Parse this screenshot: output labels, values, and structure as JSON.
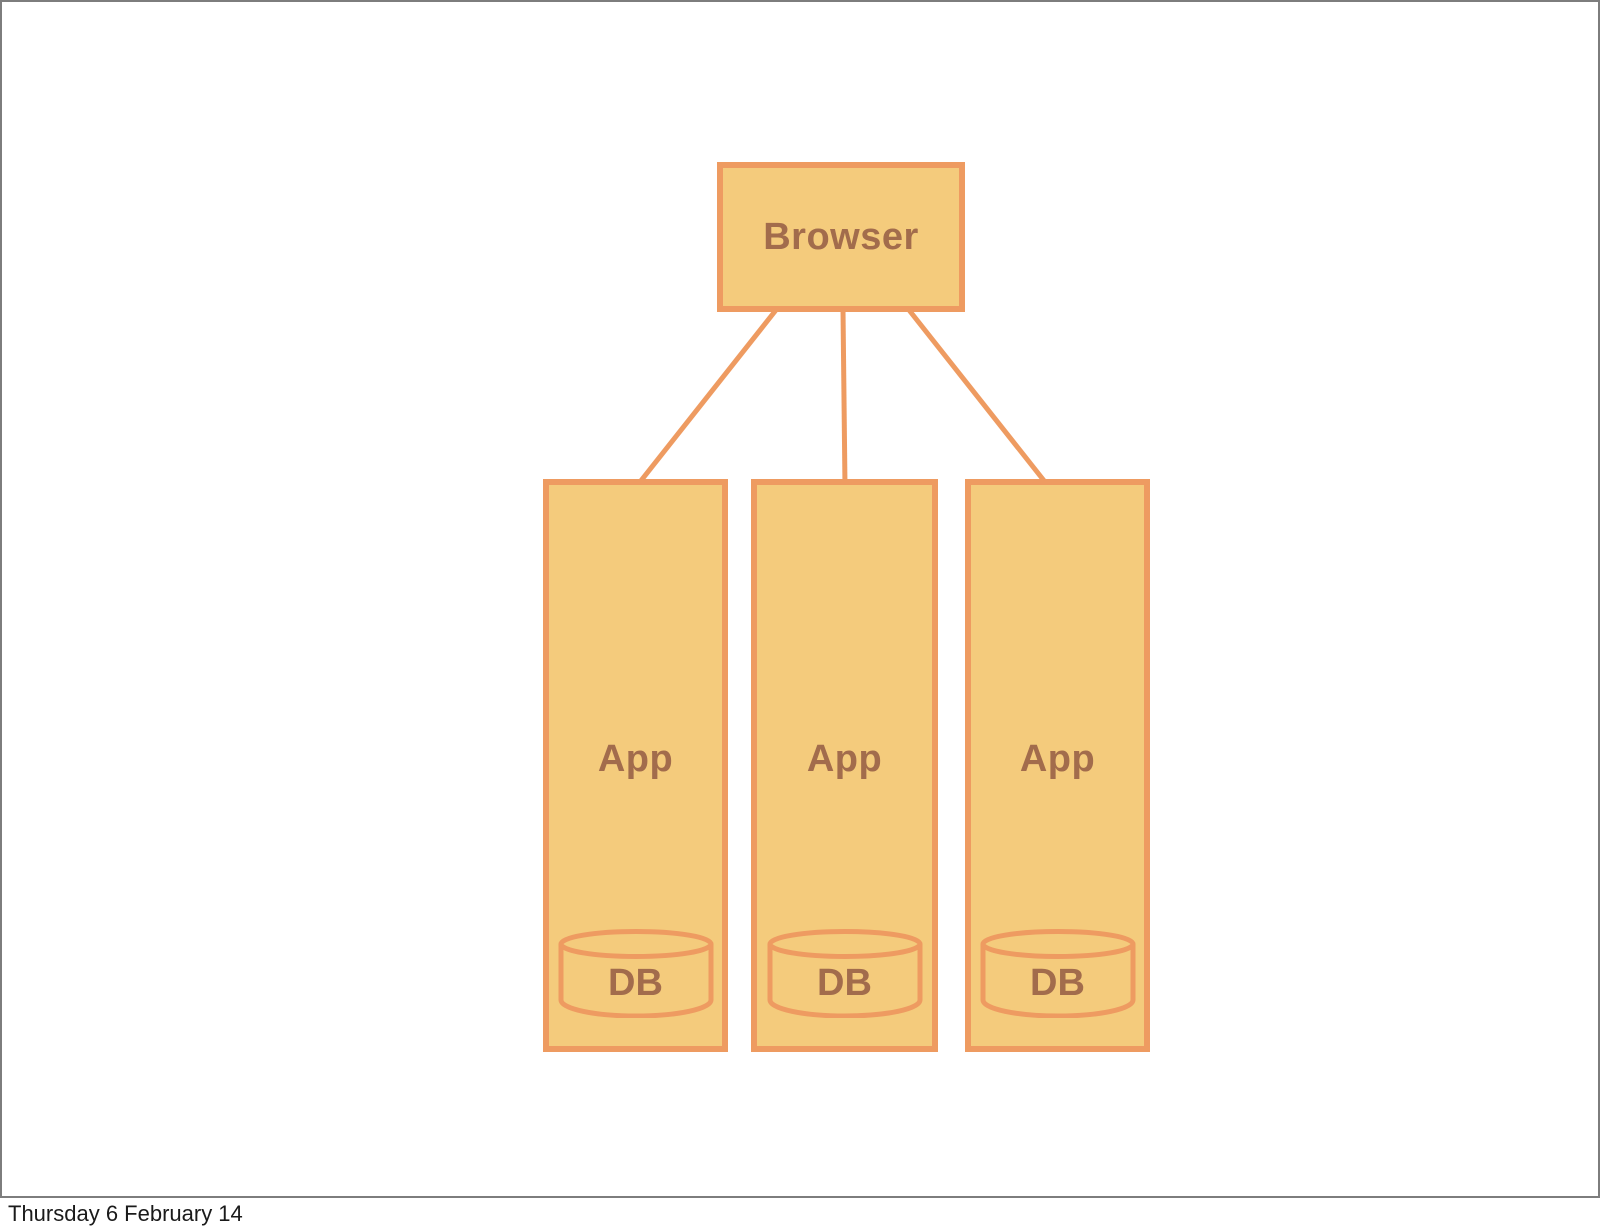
{
  "slide": {
    "footer_text": "Thursday 6 February 14"
  },
  "diagram": {
    "browser": {
      "label": "Browser"
    },
    "apps": [
      {
        "label": "App",
        "db": {
          "label": "DB"
        }
      },
      {
        "label": "App",
        "db": {
          "label": "DB"
        }
      },
      {
        "label": "App",
        "db": {
          "label": "DB"
        }
      }
    ],
    "colors": {
      "node_fill": "#F4CB7C",
      "node_stroke": "#EE9B61",
      "node_text": "#A26C4C",
      "slide_border": "#7D7D7D",
      "footer_text_color": "#1A1A1A"
    }
  }
}
